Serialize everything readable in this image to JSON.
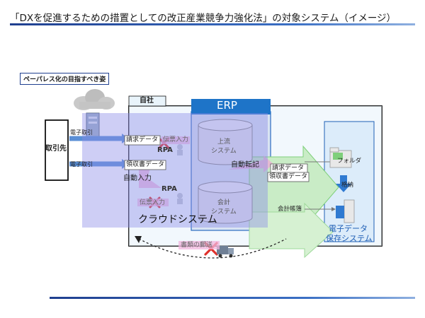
{
  "title": "「DXを促進するための措置としての改正産業競争力強化法」の対象システム（イメージ）",
  "section_label": "ペーパレス化の目指すべき姿",
  "company_label": "自社",
  "erp_label": "ERP",
  "partner_label": "取引先",
  "edi_top": "電子取引",
  "edi_bottom": "電子取引",
  "invoice_data": "請求データ",
  "voucher_input": "伝票入力",
  "receipt_data": "領収書データ",
  "rpa_top": "RPA",
  "rpa_bottom": "RPA",
  "auto_input": "自動入力",
  "voucher_input_2": "伝票入力",
  "upstream_system_l1": "上流",
  "upstream_system_l2": "システム",
  "auto_transfer": "自動転記",
  "accounting_system_l1": "会計",
  "accounting_system_l2": "システム",
  "cloud_system": "クラウドシステム",
  "invoice_data_2": "請求データ",
  "receipt_data_2": "領収書データ",
  "accounting_books": "会計帳簿",
  "folder_label": "フォルダ",
  "storage_label": "格納",
  "e_data_storage_l1": "電子データ",
  "e_data_storage_l2": "保存システム",
  "paper_ledger": "書類の郵送",
  "colors": {
    "accent_blue": "#1f5fb5",
    "erp_blue": "#1e74c8",
    "cloud_overlay": "#8a8ae6",
    "light_blue_bg": "#e6f3fb",
    "green_arrow": "#cdeecd",
    "pink_label": "#f2b6dd",
    "red_x": "#e0302a"
  }
}
